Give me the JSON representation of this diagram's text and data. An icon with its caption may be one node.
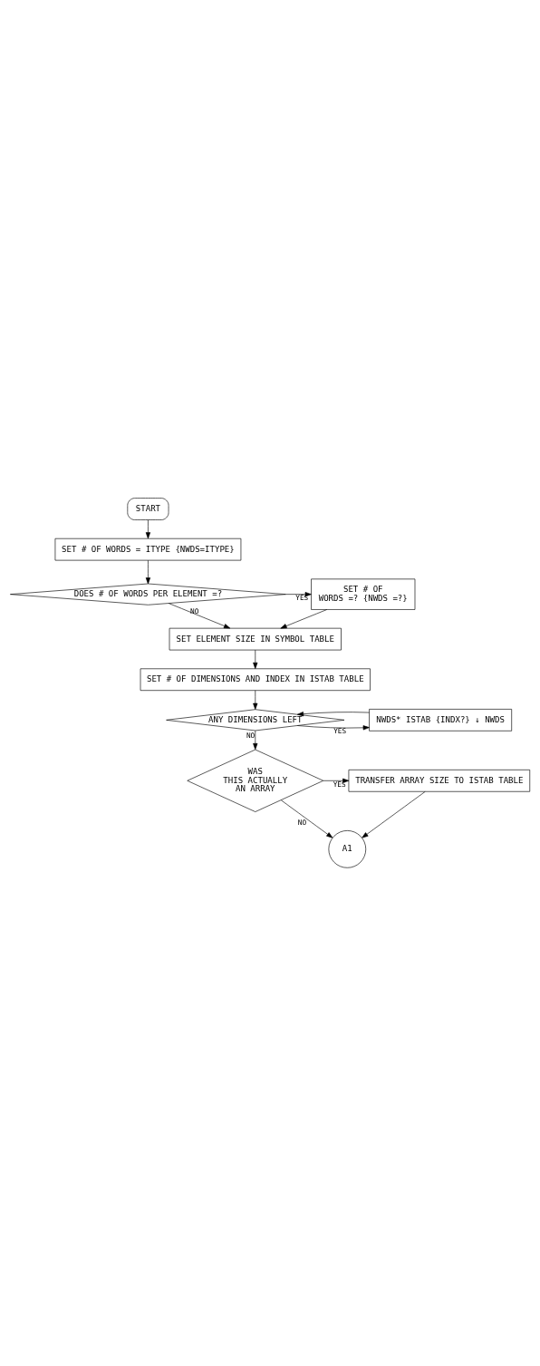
{
  "diagram": {
    "nodes": [
      {
        "text": [
          "START"
        ]
      },
      {
        "text": [
          "SET # OF WORDS = ITYPE {NWDS=ITYPE}"
        ]
      },
      {
        "text": [
          "DOES # OF WORDS PER ELEMENT =?"
        ]
      },
      {
        "text": [
          "SET # OF WORDS =? {NWDS =?}"
        ]
      },
      {
        "text": [
          "SET ELEMENT SIZE IN SYMBOL TABLE"
        ]
      },
      {
        "text": [
          "SET # OF DIMENSIONS AND INDEX IN ISTAB TABLE"
        ]
      },
      {
        "text": [
          "ANY DIMENSIONS LEFT"
        ]
      },
      {
        "text": [
          "NWDS* ISTAB {INDX?} ↓ NWDS"
        ]
      },
      {
        "text": [
          "WAS THIS ACTUALLY AN ARRAY"
        ]
      },
      {
        "text": [
          "TRANSFER ARRAY SIZE TO ISTAB TABLE"
        ]
      },
      {
        "text": [
          "A1"
        ]
      }
    ],
    "edges": [
      {
        "from": 0,
        "to": 1,
        "arrow": "to"
      },
      {
        "from": 1,
        "to": 2,
        "arrow": "to"
      },
      {
        "from": 2,
        "to": 3,
        "arrow": "to",
        "label": "YES"
      },
      {
        "from": 2,
        "to": 4,
        "arrow": "to",
        "label": "NO"
      },
      {
        "from": 3,
        "to": 4,
        "arrow": "to"
      },
      {
        "from": 4,
        "to": 5,
        "arrow": "to"
      },
      {
        "from": 5,
        "to": 6,
        "arrow": "to"
      },
      {
        "from": 6,
        "to": 7,
        "arrow": "to",
        "label": "YES"
      },
      {
        "from": 7,
        "to": 6,
        "arrow": "to"
      },
      {
        "from": 6,
        "to": 8,
        "arrow": "to",
        "label": "NO"
      },
      {
        "from": 8,
        "to": 9,
        "arrow": "to",
        "label": "YES"
      },
      {
        "from": 8,
        "to": 10,
        "arrow": "to",
        "label": "NO"
      },
      {
        "from": 9,
        "to": 10,
        "arrow": "to"
      }
    ]
  }
}
